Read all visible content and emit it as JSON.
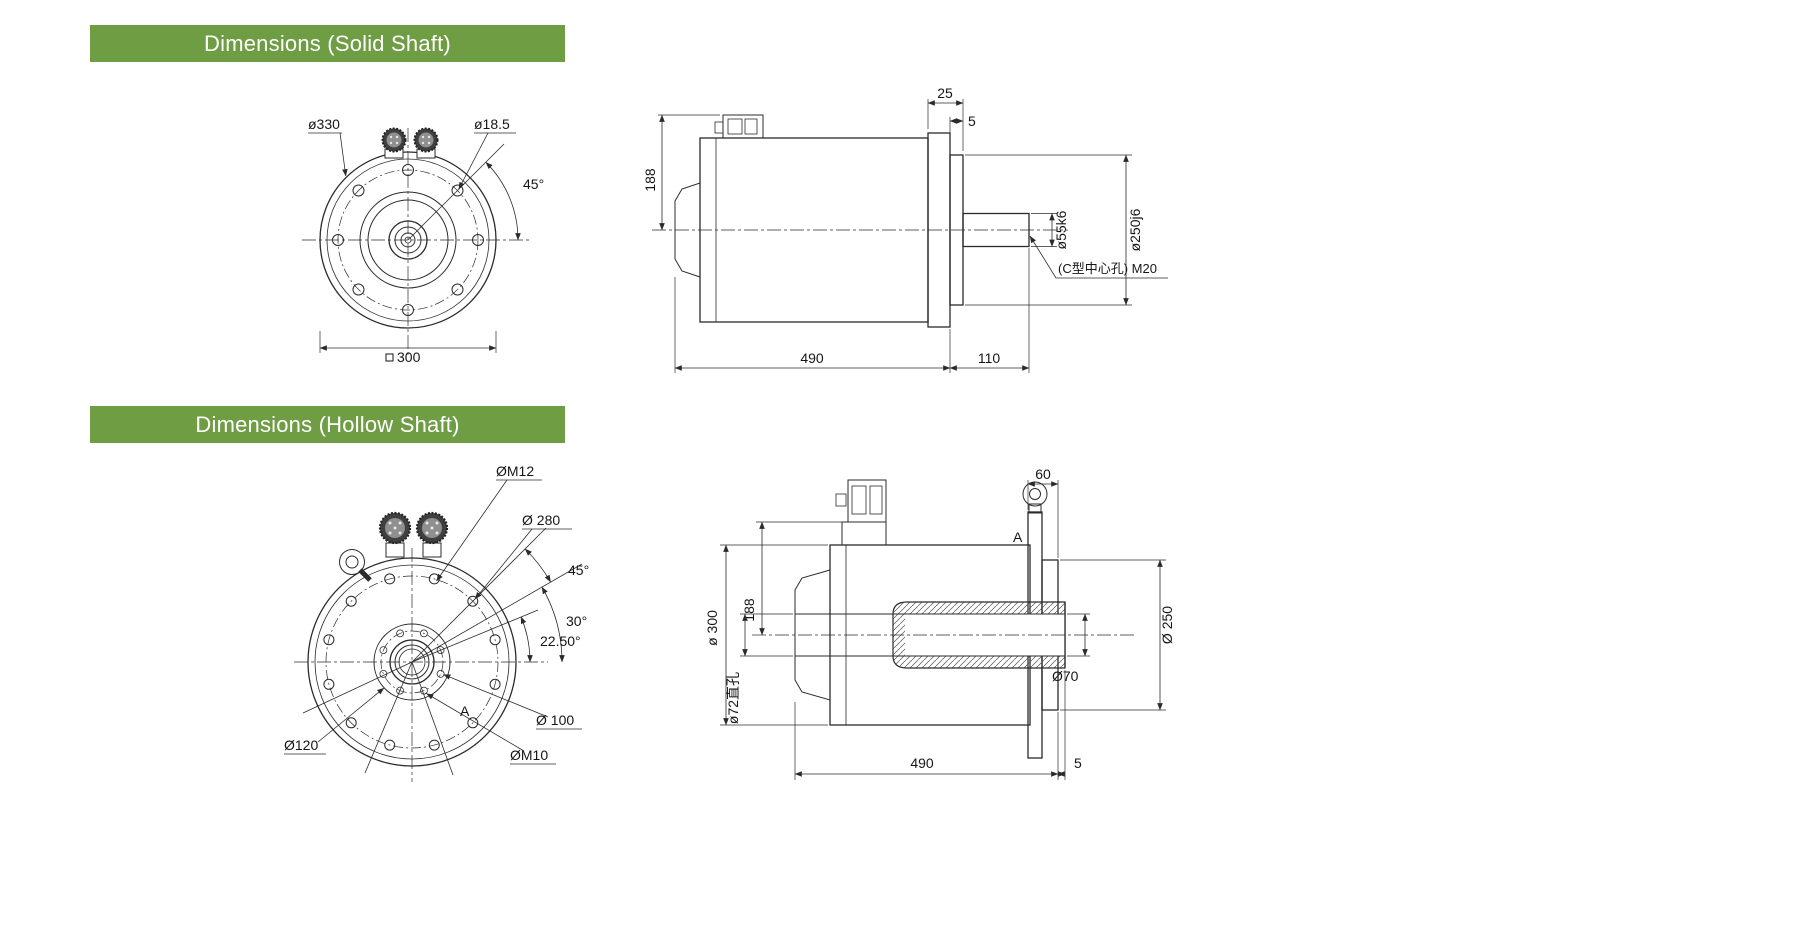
{
  "colors": {
    "header_bg": "#6f9d44",
    "header_text": "#ffffff",
    "line": "#2b2b2b"
  },
  "solid_section": {
    "title": "Dimensions (Solid Shaft)",
    "front": {
      "outer_dia": "ø330",
      "hole_dia": "ø18.5",
      "hole_angle": "45°",
      "square_width": "300"
    },
    "side": {
      "flange_width": "25",
      "spigot_depth": "5",
      "center_height": "188",
      "shaft_dia": "ø55k6",
      "spigot_dia": "ø250j6",
      "center_hole": "(C型中心孔) M20",
      "body_length": "490",
      "shaft_length": "110"
    }
  },
  "hollow_section": {
    "title": "Dimensions (Hollow Shaft)",
    "front": {
      "bolt_thread": "ØM12",
      "bolt_circle": "Ø 280",
      "angle_45": "45°",
      "angle_30": "30°",
      "angle_22_5": "22.50°",
      "inner_circle": "Ø 100",
      "hub_dia": "Ø120",
      "small_thread": "ØM10",
      "section_label": "A"
    },
    "side": {
      "end_width": "60",
      "center_height": "188",
      "body_dia": "ø 300",
      "bore_dia": "ø72直孔",
      "bore_end_dia": "Ø70",
      "spigot_dia": "Ø 250",
      "body_length": "490",
      "plate_width": "5",
      "section_label": "A"
    }
  }
}
